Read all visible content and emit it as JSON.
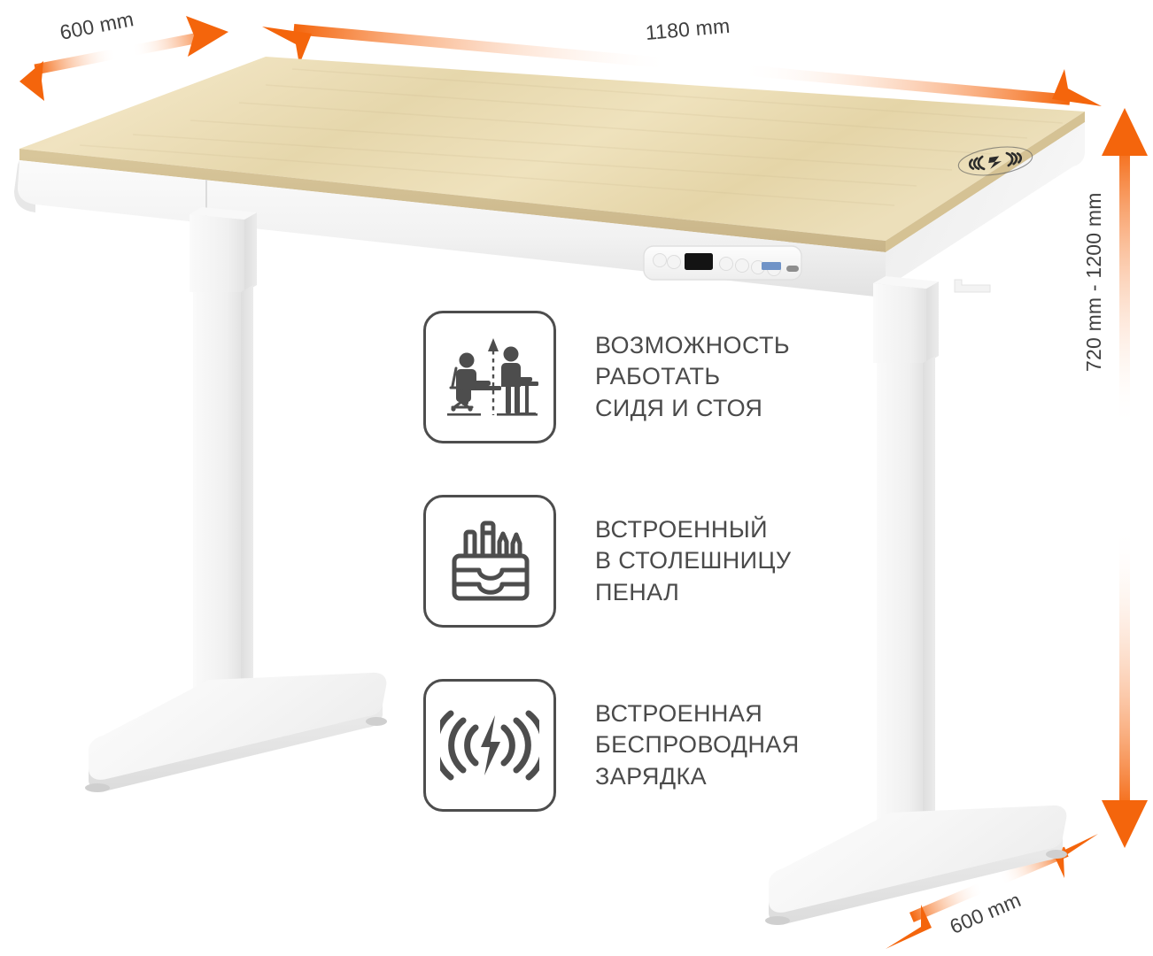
{
  "product": {
    "type": "height-adjustable-desk",
    "frame_color": "#f2f2f2",
    "tabletop_color": "#e8d8ae",
    "accent_color": "#f4650c",
    "text_color": "#4a4a4a"
  },
  "dimensions": {
    "width": {
      "label": "600 mm",
      "name": "desk-width-top-left"
    },
    "length": {
      "label": "1180 mm",
      "name": "desk-length-top"
    },
    "height_range": {
      "label": "720 mm - 1200 mm",
      "name": "desk-height-range-right"
    },
    "depth": {
      "label": "600 mm",
      "name": "desk-depth-bottom-right"
    }
  },
  "features": [
    {
      "icon": "sit-stand-icon",
      "lines": [
        "ВОЗМОЖНОСТЬ",
        "РАБОТАТЬ",
        "СИДЯ И СТОЯ"
      ]
    },
    {
      "icon": "pencil-case-icon",
      "lines": [
        "ВСТРОЕННЫЙ",
        "В СТОЛЕШНИЦУ",
        "ПЕНАЛ"
      ]
    },
    {
      "icon": "wireless-charging-icon",
      "lines": [
        "ВСТРОЕННАЯ",
        "БЕСПРОВОДНАЯ",
        "ЗАРЯДКА"
      ]
    }
  ],
  "control_panel": {
    "name": "desk-control-panel",
    "display": "led-display",
    "buttons": [
      "up-button",
      "down-button",
      "preset-1",
      "preset-2",
      "preset-3",
      "preset-m"
    ],
    "ports": [
      "usb-a-port",
      "usb-c-port"
    ]
  },
  "tabletop_marking": {
    "name": "wireless-charging-pad-marking"
  },
  "accessories": {
    "cable_hook": "headphone-cable-hook"
  }
}
